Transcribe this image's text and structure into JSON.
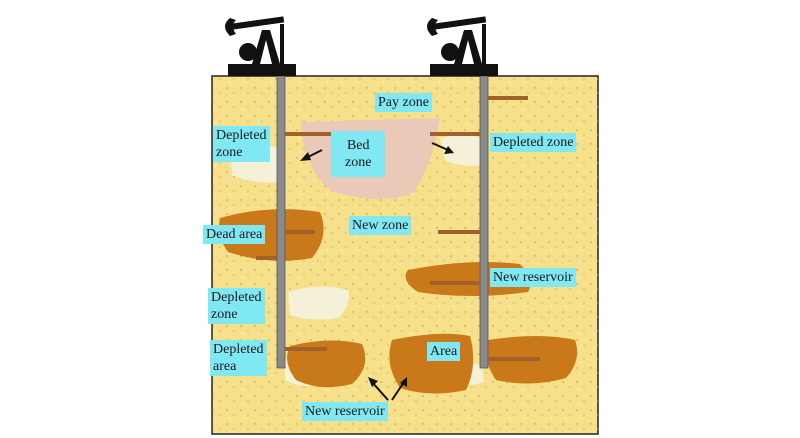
{
  "colors": {
    "ground": "#f7e08a",
    "ground_border": "#222222",
    "bed_zone": "#eac9b8",
    "depleted": "#f5f0d8",
    "reservoir": "#c9791a",
    "pipe": "#8a8a8a",
    "branch": "#a0622a",
    "label_bg": "#7fe8f2",
    "pump": "#111111"
  },
  "icons": [
    "pumpjack-icon-left",
    "pumpjack-icon-right",
    "arrow-icon"
  ],
  "labels": {
    "pay_zone": "Pay zone",
    "depleted_zone_top_left_line1": "Depleted",
    "depleted_zone_top_left_line2": "zone",
    "bed_zone_line1": "Bed",
    "bed_zone_line2": "zone",
    "depleted_zone_top_right": "Depleted zone",
    "dead_area": "Dead area",
    "new_zone": "New zone",
    "new_reservoir_right": "New reservoir",
    "depleted_zone_mid_left_line1": "Depleted",
    "depleted_zone_mid_left_line2": "zone",
    "depleted_area_line1": "Depleted",
    "depleted_area_line2": "area",
    "area": "Area",
    "new_reservoir_bottom": "New reservoir"
  }
}
